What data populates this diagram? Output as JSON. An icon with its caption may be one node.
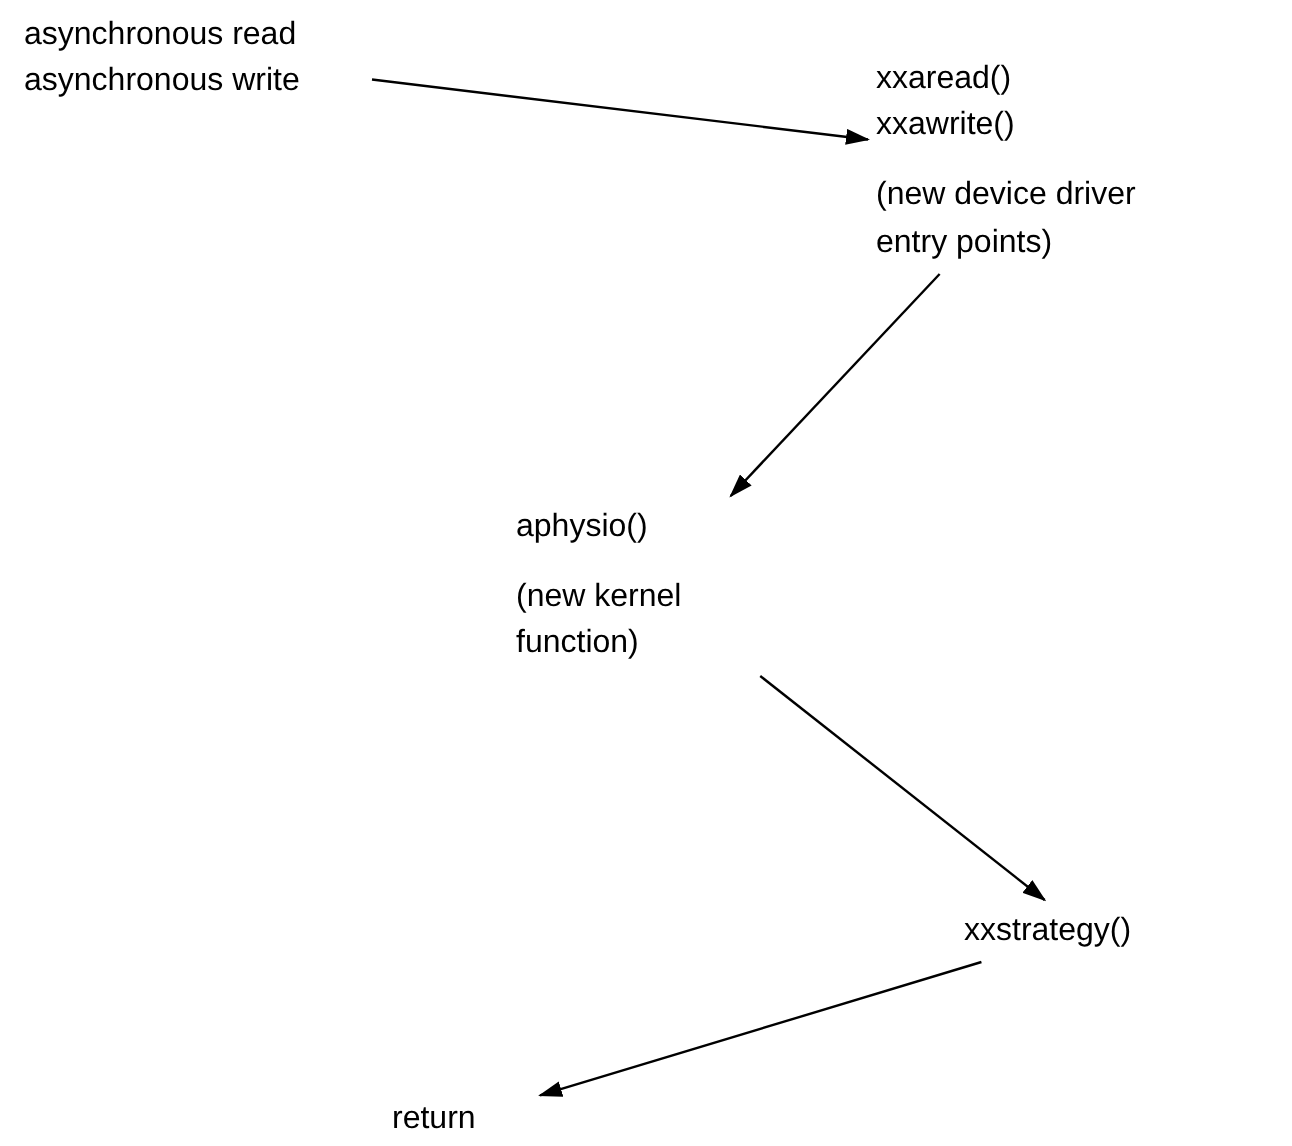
{
  "diagram": {
    "nodes": [
      {
        "text": [
          "asynchronous read",
          "asynchronous write"
        ]
      },
      {
        "text": [
          "xxaread()",
          "xxawrite()"
        ],
        "beside": [
          "(new device driver entry points)"
        ]
      },
      {
        "text": [
          "aphysio()"
        ],
        "beside": [
          "(new kernel function)"
        ]
      },
      {
        "text": [
          "xxstrategy()"
        ]
      },
      {
        "text": [
          "return"
        ]
      }
    ],
    "edges": [
      {
        "from": 0,
        "to": 1,
        "arrow": "to"
      },
      {
        "from": 1,
        "to": 2,
        "arrow": "to"
      },
      {
        "from": 2,
        "to": 3,
        "arrow": "to"
      },
      {
        "from": 3,
        "to": 4,
        "arrow": "to"
      }
    ]
  }
}
